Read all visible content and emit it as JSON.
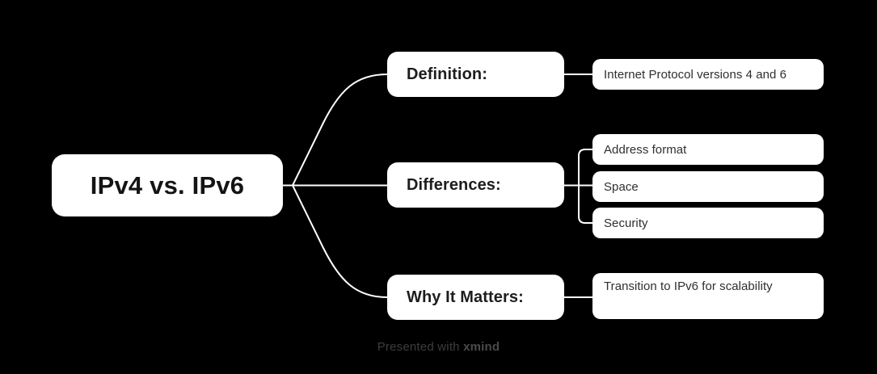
{
  "canvas": {
    "background_color": "#000000",
    "node_fill_color": "#ffffff",
    "connector_color": "#ffffff"
  },
  "mindmap": {
    "root": {
      "label": "IPv4 vs. IPv6"
    },
    "branches": [
      {
        "label": "Definition:",
        "children": [
          {
            "label": "Internet Protocol versions 4 and 6"
          }
        ]
      },
      {
        "label": "Differences:",
        "children": [
          {
            "label": "Address format"
          },
          {
            "label": "Space"
          },
          {
            "label": "Security"
          }
        ]
      },
      {
        "label": "Why It Matters:",
        "children": [
          {
            "label": "Transition to IPv6 for scalability"
          }
        ]
      }
    ]
  },
  "footer": {
    "prefix": "Presented with ",
    "brand": "xmind"
  }
}
